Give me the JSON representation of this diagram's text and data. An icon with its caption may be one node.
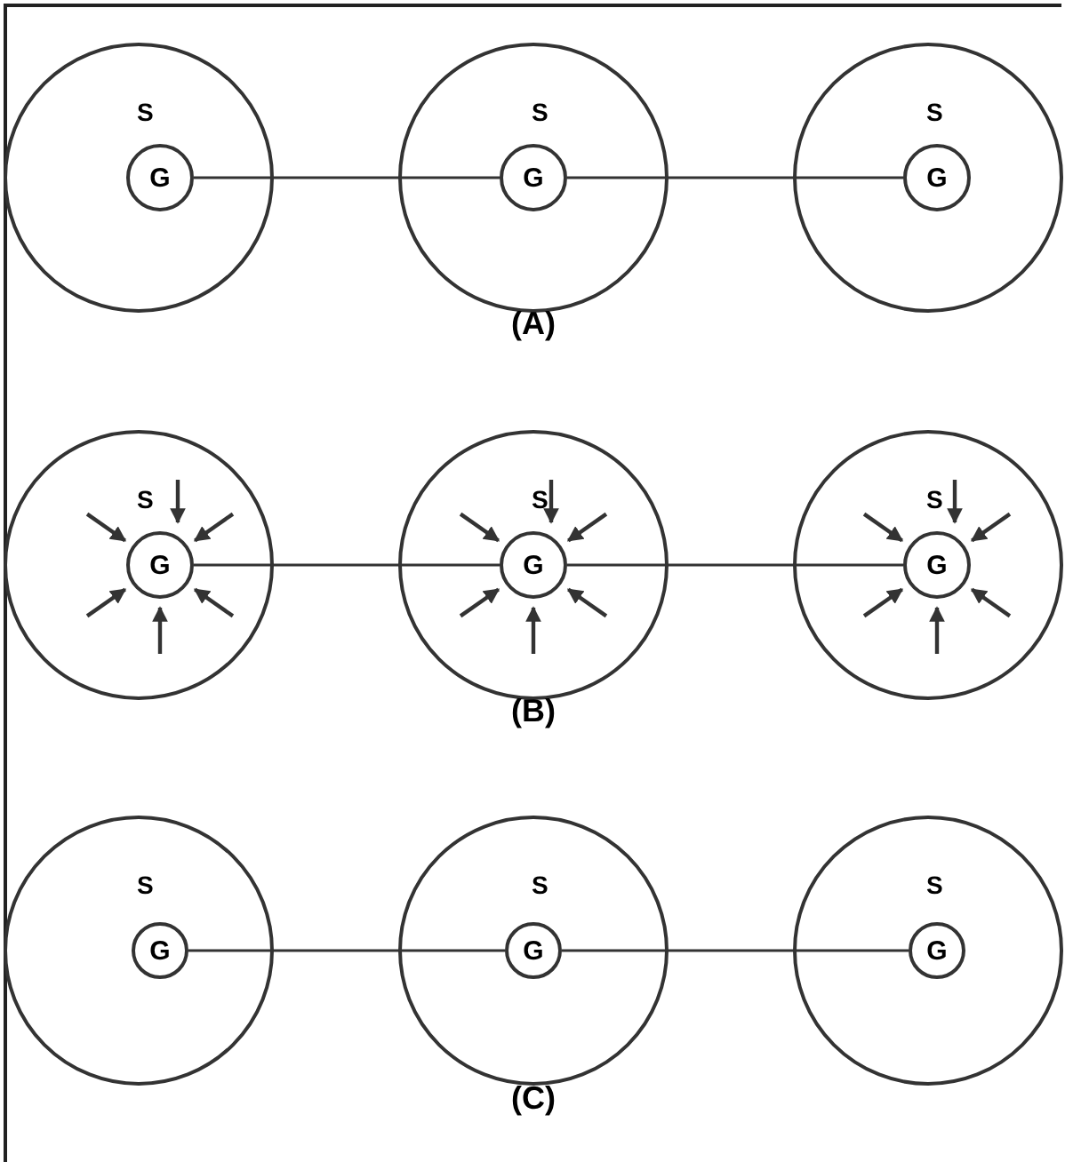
{
  "diagram": {
    "nodes": [
      {
        "text": [
          "S"
        ]
      },
      {
        "text": [
          "G"
        ],
        "in": 0
      },
      {
        "text": [
          "S"
        ]
      },
      {
        "text": [
          "G"
        ],
        "in": 2
      },
      {
        "text": [
          "S"
        ]
      },
      {
        "text": [
          "G"
        ],
        "in": 4
      },
      {
        "text": [
          "S"
        ]
      },
      {
        "text": [
          "G"
        ],
        "in": 6
      },
      {
        "text": [
          "S"
        ]
      },
      {
        "text": [
          "G"
        ],
        "in": 8
      },
      {
        "text": [
          "S"
        ]
      },
      {
        "text": [
          "G"
        ],
        "in": 10
      },
      {
        "text": [
          "S"
        ]
      },
      {
        "text": [
          "G"
        ],
        "in": 12
      },
      {
        "text": [
          "S"
        ]
      },
      {
        "text": [
          "G"
        ],
        "in": 14
      },
      {
        "text": [
          "S"
        ]
      },
      {
        "text": [
          "G"
        ],
        "in": 16
      }
    ],
    "edges": [
      {
        "from": 1,
        "to": 3,
        "arrow": "none"
      },
      {
        "from": 3,
        "to": 5,
        "arrow": "none"
      },
      {
        "from": 7,
        "to": 9,
        "arrow": "none"
      },
      {
        "from": 9,
        "to": 11,
        "arrow": "none"
      },
      {
        "from": 13,
        "to": 15,
        "arrow": "none"
      },
      {
        "from": 15,
        "to": 17,
        "arrow": "none"
      }
    ],
    "labels": [
      "(A)",
      "(B)",
      "(C)"
    ]
  }
}
